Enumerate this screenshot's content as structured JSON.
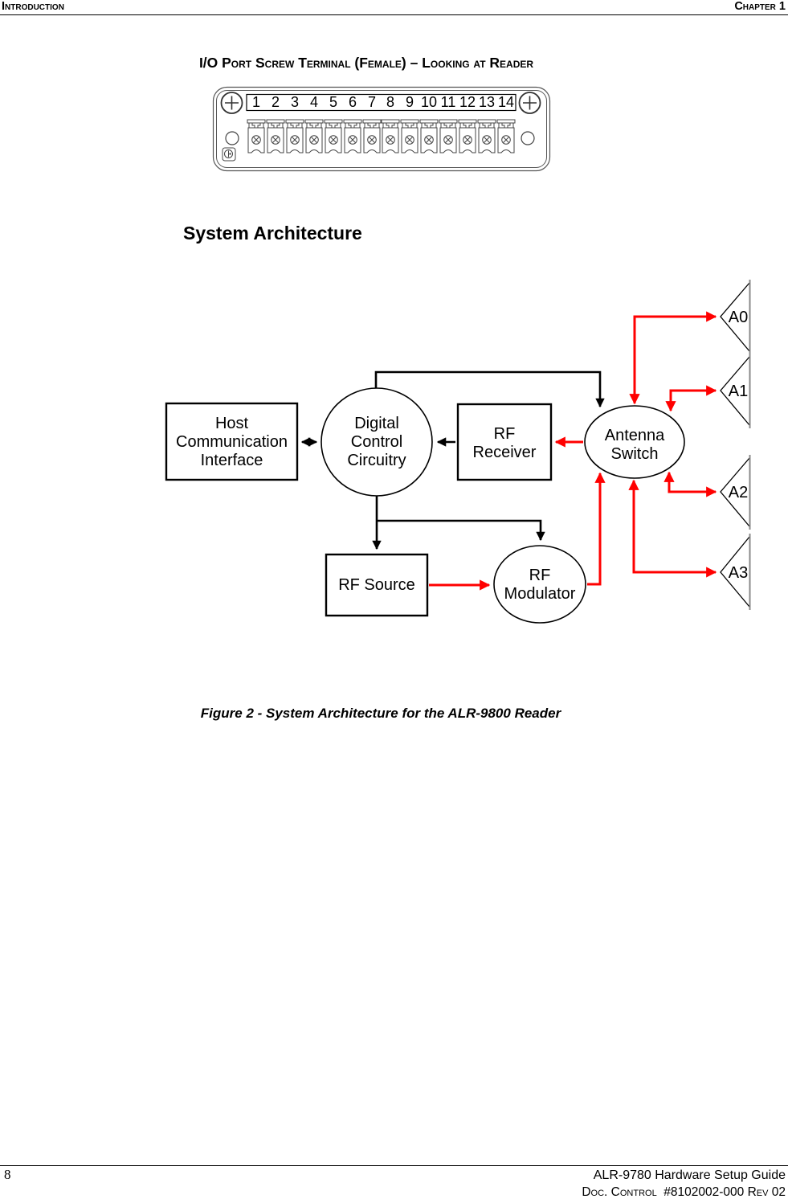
{
  "header": {
    "left": "Introduction",
    "right": "Chapter 1"
  },
  "io_port": {
    "title": "I/O Port Screw Terminal (Female) – Looking at Reader",
    "terminal_numbers": [
      "1",
      "2",
      "3",
      "4",
      "5",
      "6",
      "7",
      "8",
      "9",
      "10",
      "11",
      "12",
      "13",
      "14"
    ]
  },
  "section_heading": "System Architecture",
  "figure": {
    "caption": "Figure 2 - System Architecture for the ALR-9800 Reader",
    "colors": {
      "signal_red": "#ff0000",
      "line_black": "#000000"
    },
    "nodes": {
      "host": {
        "lines": [
          "Host",
          "Communication",
          "Interface"
        ]
      },
      "digital_control": {
        "lines": [
          "Digital",
          "Control",
          "Circuitry"
        ]
      },
      "rf_receiver": {
        "lines": [
          "RF",
          "Receiver"
        ]
      },
      "antenna_switch": {
        "lines": [
          "Antenna",
          "Switch"
        ]
      },
      "rf_source": {
        "lines": [
          "RF Source"
        ]
      },
      "rf_modulator": {
        "lines": [
          "RF",
          "Modulator"
        ]
      },
      "antennas": [
        "A0",
        "A1",
        "A2",
        "A3"
      ]
    }
  },
  "footer": {
    "page_number": "8",
    "guide_title": "ALR-9780 Hardware Setup Guide",
    "doc_control": "Doc. Control  #8102002-000 Rev 02"
  }
}
